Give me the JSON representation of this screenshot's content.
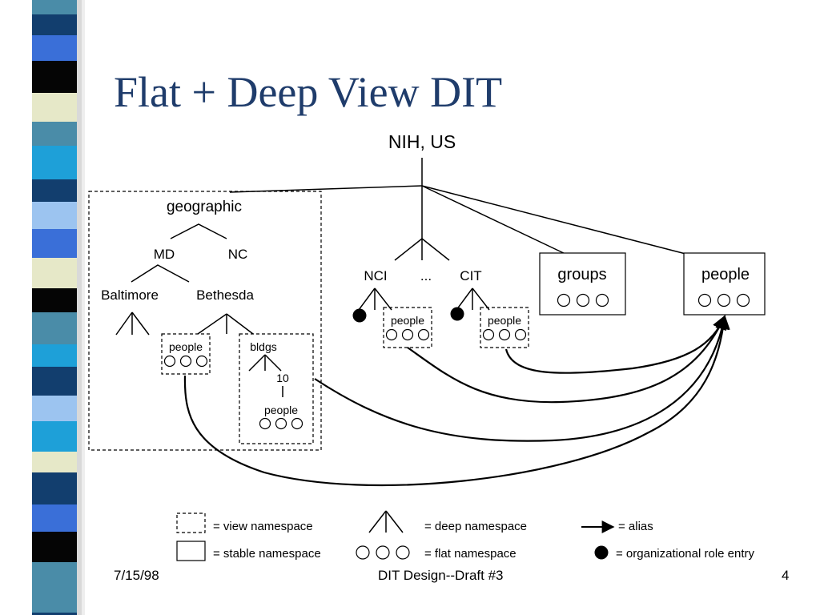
{
  "slide": {
    "title": "Flat + Deep View DIT",
    "root_label": "NIH, US",
    "geographic": {
      "label": "geographic",
      "md": "MD",
      "nc": "NC",
      "baltimore": "Baltimore",
      "bethesda": "Bethesda",
      "people_label": "people",
      "bldgs_label": "bldgs",
      "bldg_number": "10",
      "bldg_people_label": "people"
    },
    "org": {
      "nci": "NCI",
      "ellipsis": "...",
      "cit": "CIT",
      "nci_people": "people",
      "cit_people": "people"
    },
    "groups_label": "groups",
    "people_label": "people",
    "legend": {
      "view_namespace": "= view namespace",
      "stable_namespace": "= stable namespace",
      "deep_namespace": "= deep namespace",
      "flat_namespace": "= flat namespace",
      "alias": "= alias",
      "org_role_entry": "= organizational role entry"
    },
    "footer": {
      "date": "7/15/98",
      "center": "DIT Design--Draft #3",
      "page": "4"
    }
  },
  "colors": {
    "title": "#1f3c6b",
    "sidebar_blue": "#3a6fd8",
    "sidebar_teal": "#4a8ca8",
    "sidebar_navy": "#123e6e",
    "sidebar_cyan": "#1ea0d8",
    "sidebar_light": "#9cc4f0",
    "sidebar_cream": "#e6e8c8",
    "sidebar_black": "#050505"
  }
}
